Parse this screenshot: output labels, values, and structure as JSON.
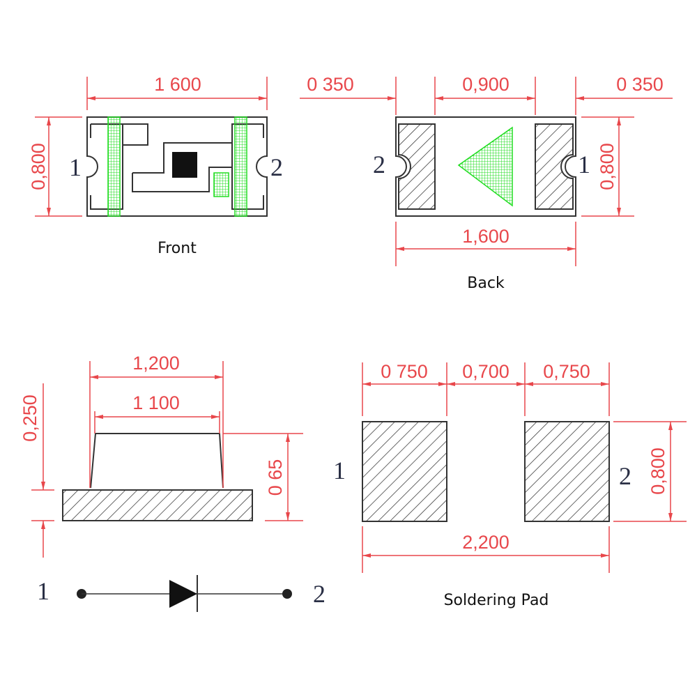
{
  "front": {
    "caption": "Front",
    "width": "1 600",
    "height": "0,800",
    "pin_left": "1",
    "pin_right": "2"
  },
  "back": {
    "caption": "Back",
    "left_margin": "0 350",
    "pad_gap": "0,900",
    "right_margin": "0 350",
    "width": "1,600",
    "height": "0,800",
    "pin_left": "2",
    "pin_right": "1"
  },
  "side": {
    "outer_width": "1,200",
    "inner_width": "1 100",
    "base_height": "0,250",
    "total_height": "0 65"
  },
  "schematic": {
    "pin_left": "1",
    "pin_right": "2"
  },
  "pad": {
    "caption": "Soldering Pad",
    "pad_width_left": "0 750",
    "gap": "0,700",
    "pad_width_right": "0,750",
    "total_width": "2,200",
    "height": "0,800",
    "pin_left": "1",
    "pin_right": "2"
  },
  "colors": {
    "dimension": "#e8474b",
    "outline": "#333333",
    "marking": "#22dd22"
  }
}
